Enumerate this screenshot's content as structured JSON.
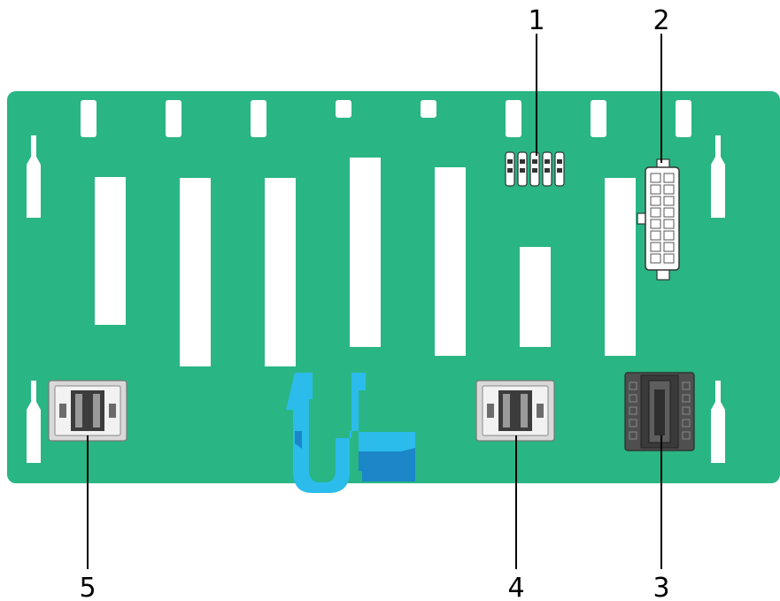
{
  "colors": {
    "board": "#29b584",
    "cutout": "#ffffff",
    "leader": "#000000",
    "latch_light": "#2bbcec",
    "latch_dark": "#1b86c8",
    "connector_dark": "#4a4a4a",
    "connector_light": "#d9d9d9"
  },
  "callouts": [
    {
      "id": "1",
      "label": "1"
    },
    {
      "id": "2",
      "label": "2"
    },
    {
      "id": "3",
      "label": "3"
    },
    {
      "id": "4",
      "label": "4"
    },
    {
      "id": "5",
      "label": "5"
    }
  ],
  "components": {
    "c1": "indicator-pin-header",
    "c2": "power-connector",
    "c3": "high-density-signal-connector",
    "c4": "slimsas-connector-right",
    "c5": "slimsas-connector-left"
  }
}
